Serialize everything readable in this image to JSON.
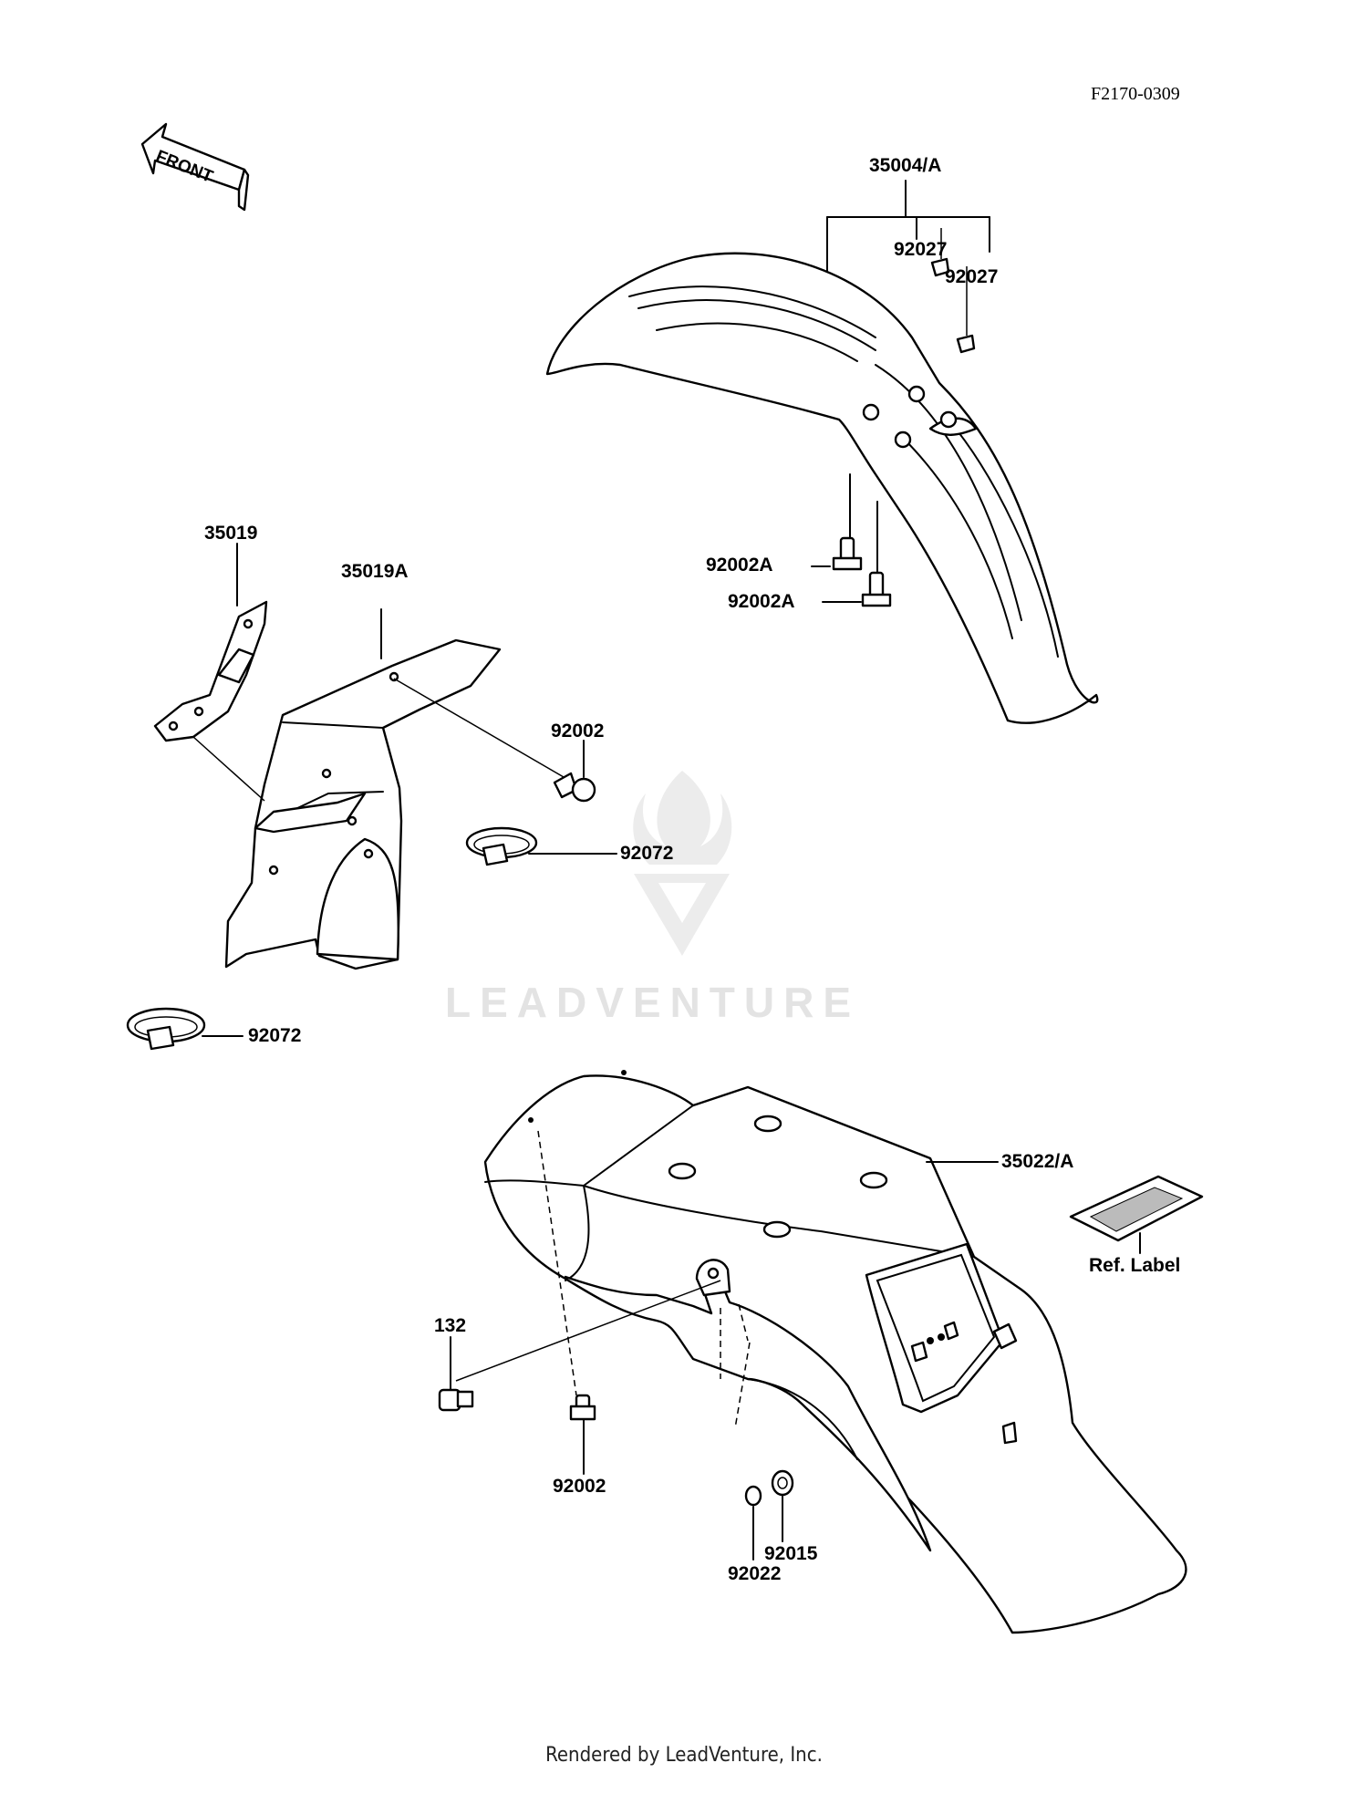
{
  "figure_code": "F2170-0309",
  "front_arrow_text": "FRONT",
  "watermark_text": "LEADVENTURE",
  "footer_text": "Rendered by LeadVenture, Inc.",
  "parts": {
    "front_fender": "35004/A",
    "fender_nut_a": "92027",
    "fender_nut_b": "92027",
    "fender_bolt_a": "92002A",
    "fender_bolt_b": "92002A",
    "bracket": "35019",
    "flap": "35019A",
    "flap_bolt": "92002",
    "clamp_upper": "92072",
    "clamp_lower": "92072",
    "rear_fender": "35022/A",
    "ref_label": "Ref. Label",
    "rear_bolt": "132",
    "rear_screw": "92002",
    "collar": "92015",
    "washer": "92022"
  }
}
